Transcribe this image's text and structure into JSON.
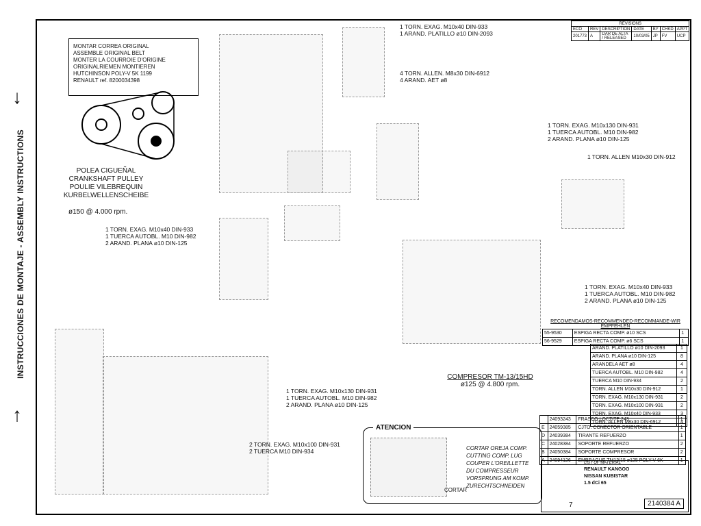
{
  "side": {
    "label": "INSTRUCCIONES DE MONTAJE - ASSEMBLY INSTRUCTIONS",
    "arrow_down": "↓",
    "arrow_up": "↑"
  },
  "belt": {
    "lines": [
      "MONTAR CORREA ORIGINAL",
      "ASSEMBLE ORIGINAL BELT",
      "MONTER LA COURROIE D'ORIGINE",
      "ORIGINALRIEMEN MONTIEREN",
      "HUTCHINSON POLY-V 5K 1199",
      "RENAULT ref. 8200034398"
    ]
  },
  "pulley": {
    "lines": [
      "POLEA CIGUEÑAL",
      "CRANKSHAFT PULLEY",
      "POULIE VILEBREQUIN",
      "KURBELWELLENSCHEIBE"
    ],
    "speed": "ø150 @ 4.000 rpm."
  },
  "notes": {
    "n1": "1 TORN. EXAG. M10x40 DIN-933\n1 ARAND. PLATILLO ø10 DIN-2093",
    "n2": "4 TORN. ALLEN. M8x30 DIN-6912\n4 ARAND. AET ø8",
    "n3": "1 TORN. EXAG. M10x130 DIN-931\n1 TUERCA AUTOBL. M10 DIN-982\n2 ARAND. PLANA ø10 DIN-125",
    "n4": "1 TORN. ALLEN M10x30 DIN-912",
    "n5": "1 TORN. EXAG. M10x40 DIN-933\n1 TUERCA AUTOBL. M10 DIN-982\n2 ARAND. PLANA ø10 DIN-125",
    "n6": "1 TORN. EXAG. M10x40 DIN-933\n1 TUERCA AUTOBL. M10 DIN-982\n2 ARAND. PLANA ø10 DIN-125",
    "n7": "1 TORN. EXAG. M10x130 DIN-931\n1 TUERCA AUTOBL. M10 DIN-982\n2 ARAND. PLANA ø10 DIN-125",
    "n8": "2 TORN. EXAG. M10x100 DIN-931\n2 TUERCA M10 DIN-934"
  },
  "compressor": {
    "title": "COMPRESOR TM-13/15HD",
    "speed": "ø125 @ 4.800 rpm."
  },
  "atencion": {
    "title": "ATENCION",
    "text": "CORTAR OREJA COMP.\nCUTTING COMP. LUG\nCOUPER L'OREILLETTE\nDU COMPRESSEUR\nVORSPRUNG AM KOMP.\nZURECHTSCHNEIDEN",
    "cortar": "CORTAR"
  },
  "ref_table": {
    "header": "RECOMENDAMOS-RECOMMENDED-RECOMMANDE-WIR EMPFEHLEN",
    "rows": [
      {
        "code": "55-9530",
        "desc": "ESPIGA RECTA COMP. ø10 SCS",
        "qty": "1"
      },
      {
        "code": "56-9529",
        "desc": "ESPIGA RECTA COMP. ø6 SCS",
        "qty": "1"
      }
    ]
  },
  "bom": [
    {
      "desc": "ARAND. PLATILLO ø10 DIN-2093",
      "qty": "1"
    },
    {
      "desc": "ARAND. PLANA ø10 DIN-125",
      "qty": "8"
    },
    {
      "desc": "ARANDELA AET ø8",
      "qty": "4"
    },
    {
      "desc": "TUERCA AUTOBL. M10 DIN-982",
      "qty": "4"
    },
    {
      "desc": "TUERCA M10 DIN-934",
      "qty": "2"
    },
    {
      "desc": "TORN. ALLEN M10x30 DIN-912",
      "qty": "1"
    },
    {
      "desc": "TORN. EXAG. M10x130 DIN-931",
      "qty": "2"
    },
    {
      "desc": "TORN. EXAG. M10x100 DIN-931",
      "qty": "2"
    },
    {
      "desc": "TORN. EXAG. M10x40 DIN-933",
      "qty": "3"
    },
    {
      "desc": "TORN. ALLEN M8x30 DIN-6912",
      "qty": "4"
    }
  ],
  "codes": [
    {
      "letter": "",
      "code": "24093243",
      "desc": "FRASCO LOCTITE 243",
      "qty": "1"
    },
    {
      "letter": "E",
      "code": "24059385",
      "desc": "CJTO. CONECTOR ORIENTABLE",
      "qty": "1"
    },
    {
      "letter": "D",
      "code": "24039384",
      "desc": "TIRANTE REFUERZO",
      "qty": "1"
    },
    {
      "letter": "C",
      "code": "24028384",
      "desc": "SOPORTE REFUERZO",
      "qty": "2"
    },
    {
      "letter": "B",
      "code": "24050384",
      "desc": "SOPORTE COMPRESOR",
      "qty": "2"
    },
    {
      "letter": "A",
      "code": "24094126",
      "desc": "EMBRAGUE TM13/15 ø125 POLY-V 6K",
      "qty": "1"
    }
  ],
  "title_block": {
    "vehicle": [
      "RENAULT KANGOO",
      "NISSAN KUBISTAR",
      "1.5 dCi 65"
    ],
    "drawing_no": "2140384",
    "rev": "A",
    "sheet": "7",
    "list_of_material": "LIST OF MATERIAL"
  },
  "revisions": {
    "header": "REVISIONS",
    "cols": [
      "ECO",
      "REV",
      "DESCRIPTION",
      "DATE",
      "BY",
      "CHKD",
      "APPT"
    ],
    "row": [
      "201773",
      "A",
      "DAR DE ALTA / RELEASED",
      "10/03/05",
      "JP",
      "FV",
      "UCP"
    ]
  }
}
